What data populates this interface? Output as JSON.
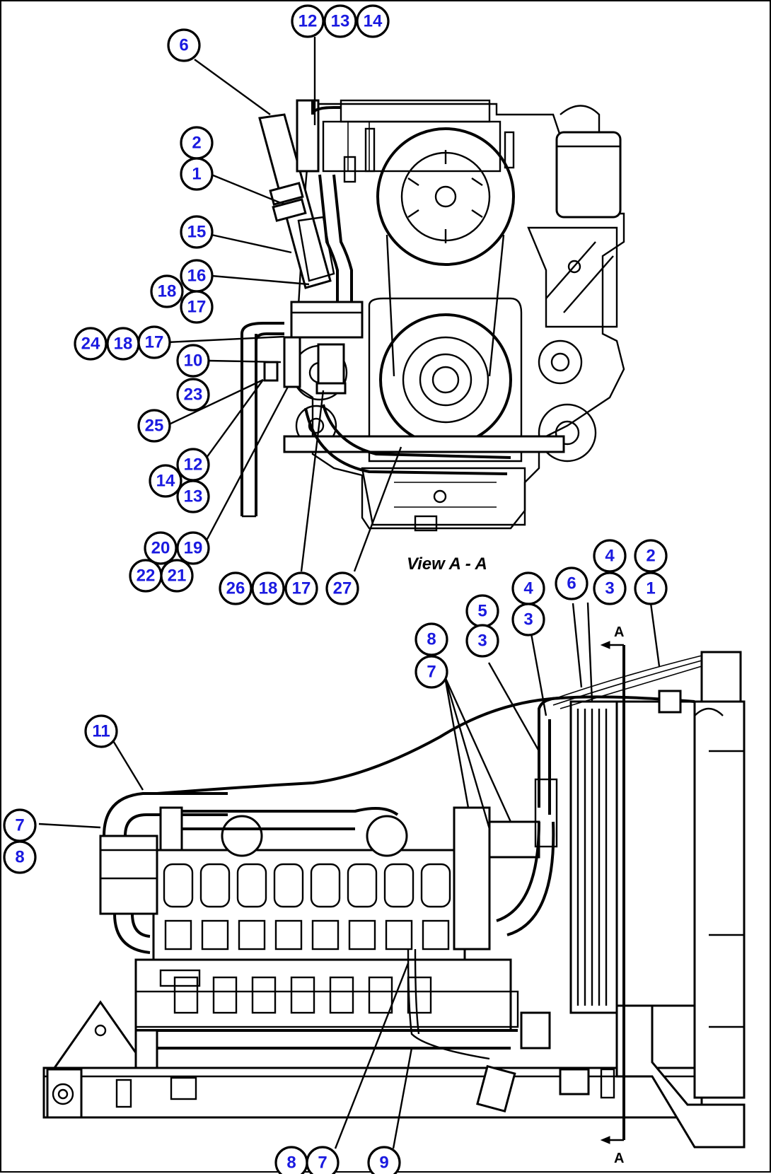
{
  "view_label": "View A - A",
  "section_marker": "A",
  "callouts_top": [
    {
      "id": "t-12a",
      "label": "12"
    },
    {
      "id": "t-13a",
      "label": "13"
    },
    {
      "id": "t-14a",
      "label": "14"
    },
    {
      "id": "t-6",
      "label": "6"
    },
    {
      "id": "t-2",
      "label": "2"
    },
    {
      "id": "t-1",
      "label": "1"
    },
    {
      "id": "t-15",
      "label": "15"
    },
    {
      "id": "t-16",
      "label": "16"
    },
    {
      "id": "t-18a",
      "label": "18"
    },
    {
      "id": "t-17a",
      "label": "17"
    },
    {
      "id": "t-24",
      "label": "24"
    },
    {
      "id": "t-18b",
      "label": "18"
    },
    {
      "id": "t-17b",
      "label": "17"
    },
    {
      "id": "t-10",
      "label": "10"
    },
    {
      "id": "t-23",
      "label": "23"
    },
    {
      "id": "t-25",
      "label": "25"
    },
    {
      "id": "t-12b",
      "label": "12"
    },
    {
      "id": "t-14b",
      "label": "14"
    },
    {
      "id": "t-13b",
      "label": "13"
    },
    {
      "id": "t-20",
      "label": "20"
    },
    {
      "id": "t-19",
      "label": "19"
    },
    {
      "id": "t-22",
      "label": "22"
    },
    {
      "id": "t-21",
      "label": "21"
    },
    {
      "id": "t-26",
      "label": "26"
    },
    {
      "id": "t-18c",
      "label": "18"
    },
    {
      "id": "t-17c",
      "label": "17"
    },
    {
      "id": "t-27",
      "label": "27"
    }
  ],
  "callouts_bottom": [
    {
      "id": "b-4a",
      "label": "4"
    },
    {
      "id": "b-2",
      "label": "2"
    },
    {
      "id": "b-4b",
      "label": "4"
    },
    {
      "id": "b-6",
      "label": "6"
    },
    {
      "id": "b-3a",
      "label": "3"
    },
    {
      "id": "b-1",
      "label": "1"
    },
    {
      "id": "b-5",
      "label": "5"
    },
    {
      "id": "b-3b",
      "label": "3"
    },
    {
      "id": "b-8a",
      "label": "8"
    },
    {
      "id": "b-3c",
      "label": "3"
    },
    {
      "id": "b-7a",
      "label": "7"
    },
    {
      "id": "b-11",
      "label": "11"
    },
    {
      "id": "b-7b",
      "label": "7"
    },
    {
      "id": "b-8b",
      "label": "8"
    },
    {
      "id": "b-8c",
      "label": "8"
    },
    {
      "id": "b-7c",
      "label": "7"
    },
    {
      "id": "b-9",
      "label": "9"
    }
  ]
}
